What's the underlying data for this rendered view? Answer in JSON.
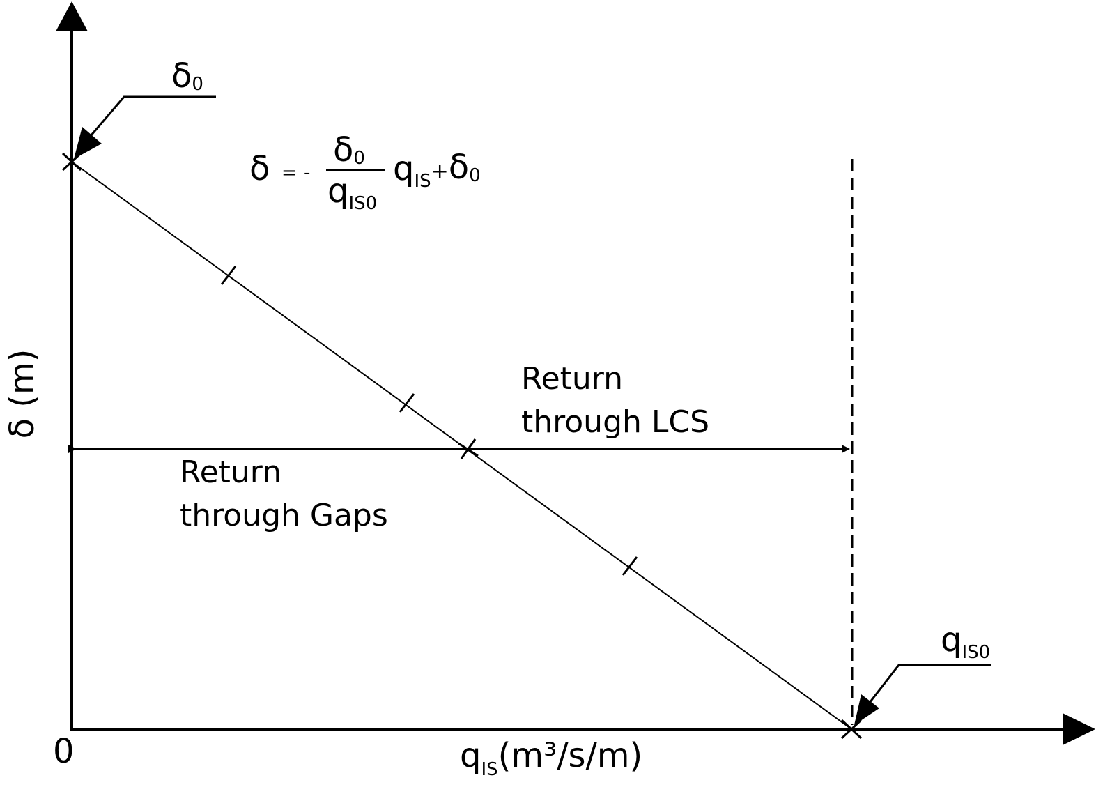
{
  "axes": {
    "origin_label": "0",
    "x_label_main": "q",
    "x_label_sub": "IS",
    "x_label_unit": "(m³/s/m)",
    "y_label": "δ (m)"
  },
  "callouts": {
    "delta0": {
      "main": "δ",
      "sub": "0"
    },
    "qis0": {
      "main": "q",
      "sub": "IS0"
    }
  },
  "equation": {
    "lhs": "δ",
    "equals": "=",
    "minus": "-",
    "num_main": "δ",
    "num_sub": "0",
    "den_main": "q",
    "den_sub": "IS0",
    "var_main": "q",
    "var_sub": "IS",
    "plus": "+",
    "const_main": "δ",
    "const_sub": "0"
  },
  "labels": {
    "lcs_line1": "Return",
    "lcs_line2": "through LCS",
    "gaps_line1": "Return",
    "gaps_line2": "through Gaps"
  }
}
